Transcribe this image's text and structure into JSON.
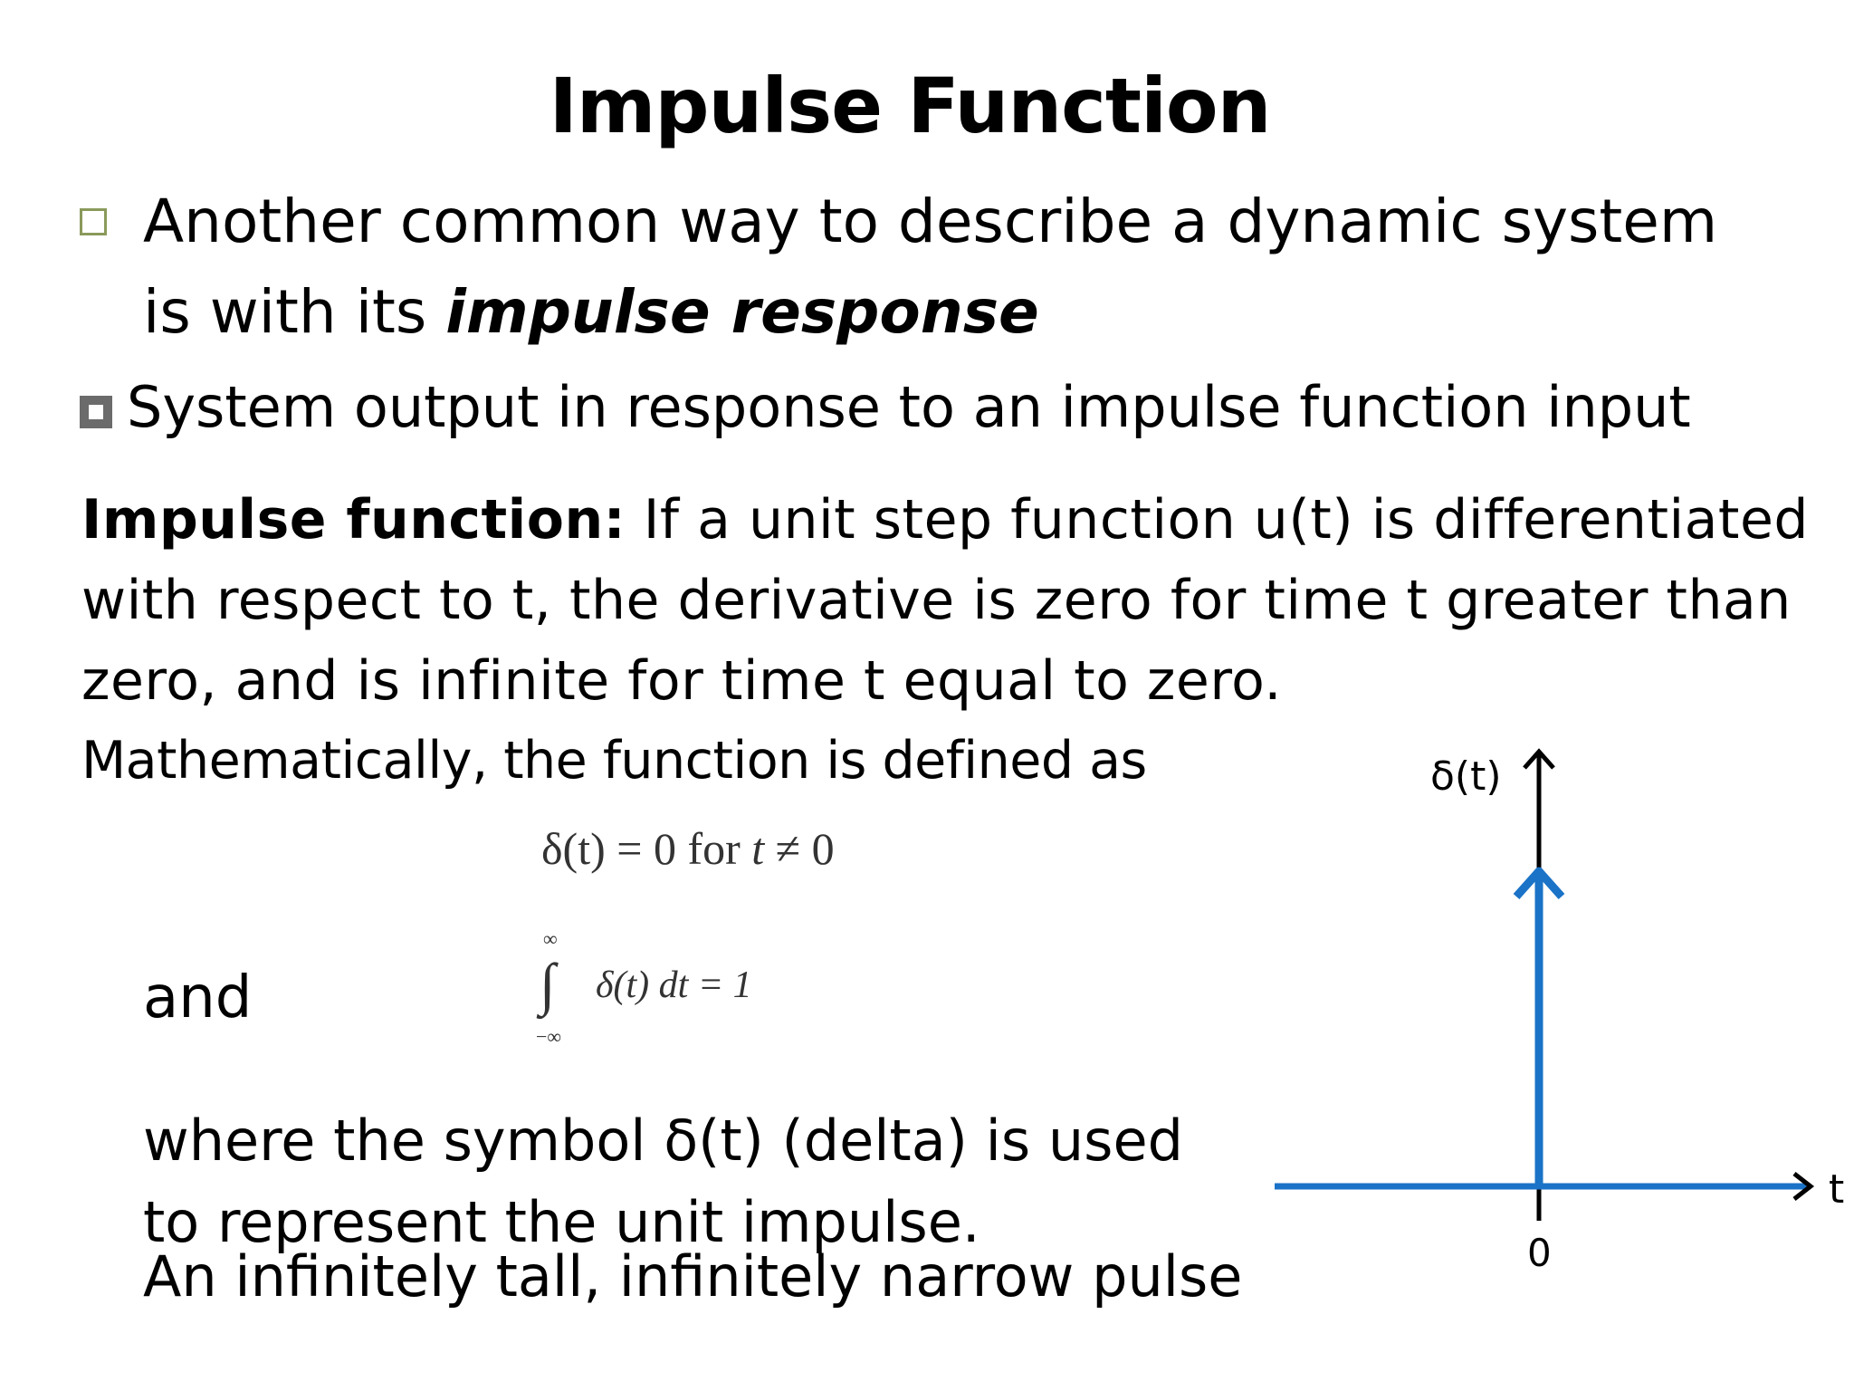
{
  "slide": {
    "title": "Impulse Function",
    "bullet1": {
      "line1": "Another common way to describe a dynamic system",
      "line2_prefix": "is with its ",
      "line2_emphasis": "impulse response"
    },
    "bullet2": "System output in response to an impulse function input",
    "definition": {
      "label": "Impulse function:",
      "line1_rest": " If a unit step function u(t) is differentiated",
      "line2": "with respect to t, the derivative is zero for time t greater than",
      "line3": "zero, and is infinite for time t equal to zero."
    },
    "math_intro": "Mathematically, the function is defined as",
    "equation1": {
      "lhs": "δ(t) = 0 for ",
      "var": "t",
      "rhs": " ≠ 0"
    },
    "equation2": {
      "upper_limit": "∞",
      "integral_sign": "∫",
      "lower_limit": "−∞",
      "body": "δ(t) dt = 1"
    },
    "and_word": "and",
    "where_line1": "where the symbol δ(t) (delta) is used",
    "where_line2": "to represent the unit impulse.",
    "pulse_description": "An infinitely tall, infinitely  narrow pulse"
  },
  "graph": {
    "y_axis_label": "δ(t)",
    "x_axis_label": "t",
    "origin_label": "0",
    "impulse_color": "#1a73c7",
    "axis_color": "#000000"
  }
}
